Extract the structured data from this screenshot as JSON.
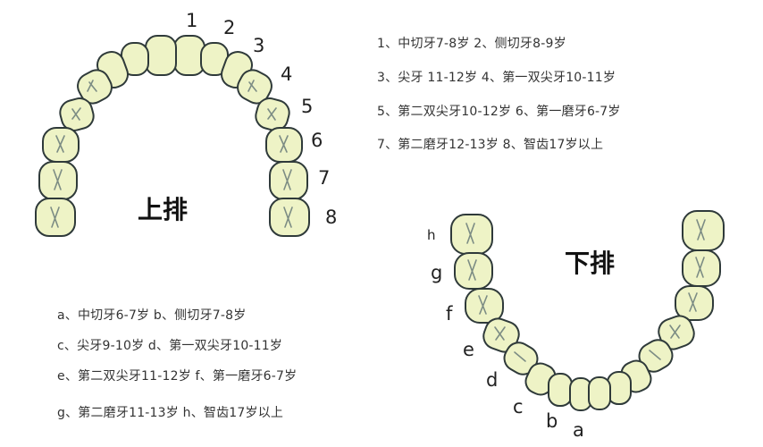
{
  "upper": {
    "title": "上排",
    "numbers": [
      "1",
      "2",
      "3",
      "4",
      "5",
      "6",
      "7",
      "8"
    ],
    "legend": [
      "1、中切牙7-8岁   2、侧切牙8-9岁",
      "3、尖牙  11-12岁   4、第一双尖牙10-11岁",
      "5、第二双尖牙10-12岁   6、第一磨牙6-7岁",
      "7、第二磨牙12-13岁   8、智齿17岁以上"
    ]
  },
  "lower": {
    "title": "下排",
    "letters": [
      "h",
      "g",
      "f",
      "e",
      "d",
      "c",
      "b",
      "a"
    ],
    "legend": [
      "a、中切牙6-7岁   b、侧切牙7-8岁",
      "c、尖牙9-10岁   d、第一双尖牙10-11岁",
      "e、第二双尖牙11-12岁   f、第一磨牙6-7岁",
      "g、第二磨牙11-13岁   h、智齿17岁以上"
    ]
  }
}
